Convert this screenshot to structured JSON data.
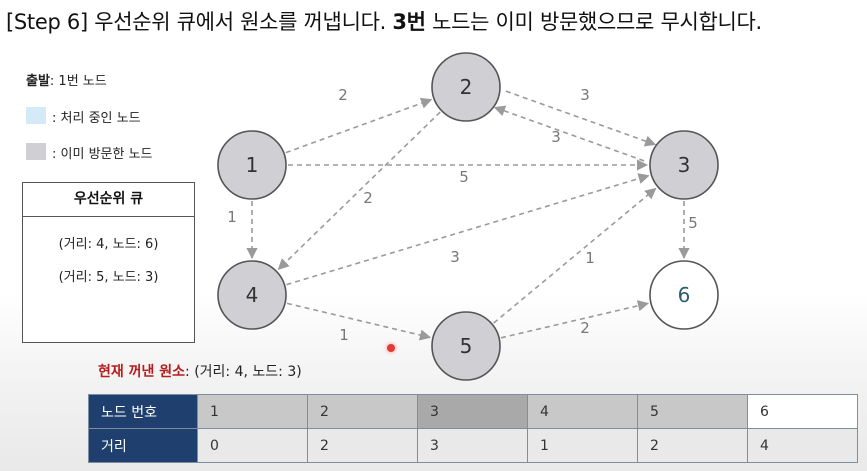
{
  "title": {
    "prefix": "[Step 6] 우선순위 큐에서 원소를 꺼냅니다. ",
    "highlight": "3번",
    "suffix": " 노드는 이미 방문했으므로 무시합니다."
  },
  "legend": {
    "start_key": "출발",
    "start_value": ": 1번 노드",
    "processing_label": ": 처리 중인 노드",
    "visited_label": ": 이미 방문한 노드",
    "processing_color": "#d4ebf7",
    "visited_color": "#cfcfd4"
  },
  "queue": {
    "title": "우선순위 큐",
    "items": [
      "(거리: 4, 노드: 6)",
      "(거리: 5, 노드: 3)"
    ]
  },
  "popped": {
    "label": "현재 꺼낸 원소",
    "value": ": (거리: 4, 노드: 3)"
  },
  "graph": {
    "nodes": [
      {
        "id": "1",
        "state": "visited"
      },
      {
        "id": "2",
        "state": "visited"
      },
      {
        "id": "3",
        "state": "visited"
      },
      {
        "id": "4",
        "state": "visited"
      },
      {
        "id": "5",
        "state": "visited"
      },
      {
        "id": "6",
        "state": "unvisited"
      }
    ],
    "edges": [
      {
        "from": "1",
        "to": "2",
        "weight": "2"
      },
      {
        "from": "1",
        "to": "3",
        "weight": "5"
      },
      {
        "from": "1",
        "to": "4",
        "weight": "1"
      },
      {
        "from": "2",
        "to": "3",
        "weight": "3"
      },
      {
        "from": "3",
        "to": "2",
        "weight": "3"
      },
      {
        "from": "2",
        "to": "4",
        "weight": "2"
      },
      {
        "from": "3",
        "to": "6",
        "weight": "5"
      },
      {
        "from": "4",
        "to": "3",
        "weight": "3"
      },
      {
        "from": "4",
        "to": "5",
        "weight": "1"
      },
      {
        "from": "5",
        "to": "3",
        "weight": "1"
      },
      {
        "from": "5",
        "to": "6",
        "weight": "2"
      }
    ],
    "colors": {
      "visited_fill": "#cfcfd4",
      "unvisited_fill": "#ffffff",
      "node_stroke": "#555555",
      "edge": "#9a9a9a",
      "weight_text": "#777777",
      "node6_text": "#2b5f6b"
    }
  },
  "table": {
    "row1_header": "노드 번호",
    "row2_header": "거리",
    "nodes": [
      "1",
      "2",
      "3",
      "4",
      "5",
      "6"
    ],
    "distances": [
      "0",
      "2",
      "3",
      "1",
      "2",
      "4"
    ]
  }
}
